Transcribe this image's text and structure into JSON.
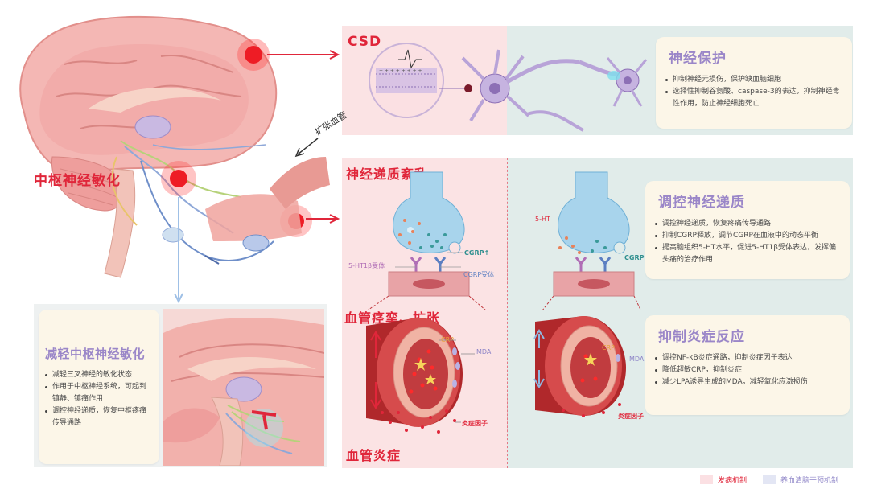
{
  "csd": {
    "title": "CSD"
  },
  "neuro_protect": {
    "title": "神经保护",
    "bullets": [
      "抑制神经元损伤，保护缺血脑细胞",
      "选择性抑制谷氨酸、caspase-3的表达，抑制神经毒性作用，防止神经细胞死亡"
    ]
  },
  "brain": {
    "central_sensitization": "中枢神经敏化",
    "vasodilation": "扩张血管"
  },
  "neurotransmitter": {
    "disorder_title": "神经递质紊乱",
    "cgrp_up": "CGRP↑",
    "receptor_5ht": "5-HT1β受体",
    "receptor_cgrp": "CGRP受体",
    "label_5ht": "5-HT",
    "cgrp_down": "CGRP↓"
  },
  "regulate": {
    "title": "调控神经递质",
    "bullets": [
      "调控神经递质，恢复疼痛传导通路",
      "抑制CGRP释放，调节CGRP在血液中的动态平衡",
      "提高脑组织5-HT水平，促进5-HT1β受体表达，发挥偏头痛的治疗作用"
    ]
  },
  "vessel": {
    "spasm_title": "血管痉挛、扩张",
    "inflammation_title": "血管炎症",
    "crp_left": "CRP",
    "mda_left": "MDA",
    "factor_left": "炎症因子",
    "crp_right": "CRP",
    "mda_right": "MDA",
    "factor_right": "炎症因子"
  },
  "anti_inflammation": {
    "title": "抑制炎症反应",
    "bullets": [
      "调控NF-κB炎症通路，抑制炎症因子表达",
      "降低超敏CRP，抑制炎症",
      "减少LPA诱导生成的MDA，减轻氧化应激损伤"
    ]
  },
  "reduce_central": {
    "title": "减轻中枢神经敏化",
    "bullets": [
      "减轻三叉神经的敏化状态",
      "作用于中枢神经系统，可起到镇静、镇痛作用",
      "调控神经递质，恢复中枢疼痛传导通路"
    ]
  },
  "legend": {
    "pathogenesis": "发病机制",
    "intervention": "养血清脑干预机制",
    "pathogenesis_color": "#fbe0e3",
    "intervention_color": "#e3e6f4"
  },
  "colors": {
    "red_accent": "#e0263a",
    "purple_title": "#9a86c8",
    "pink_panel": "#fbe3e4",
    "blue_panel": "#e1ecea",
    "card": "#fcf6e8"
  }
}
